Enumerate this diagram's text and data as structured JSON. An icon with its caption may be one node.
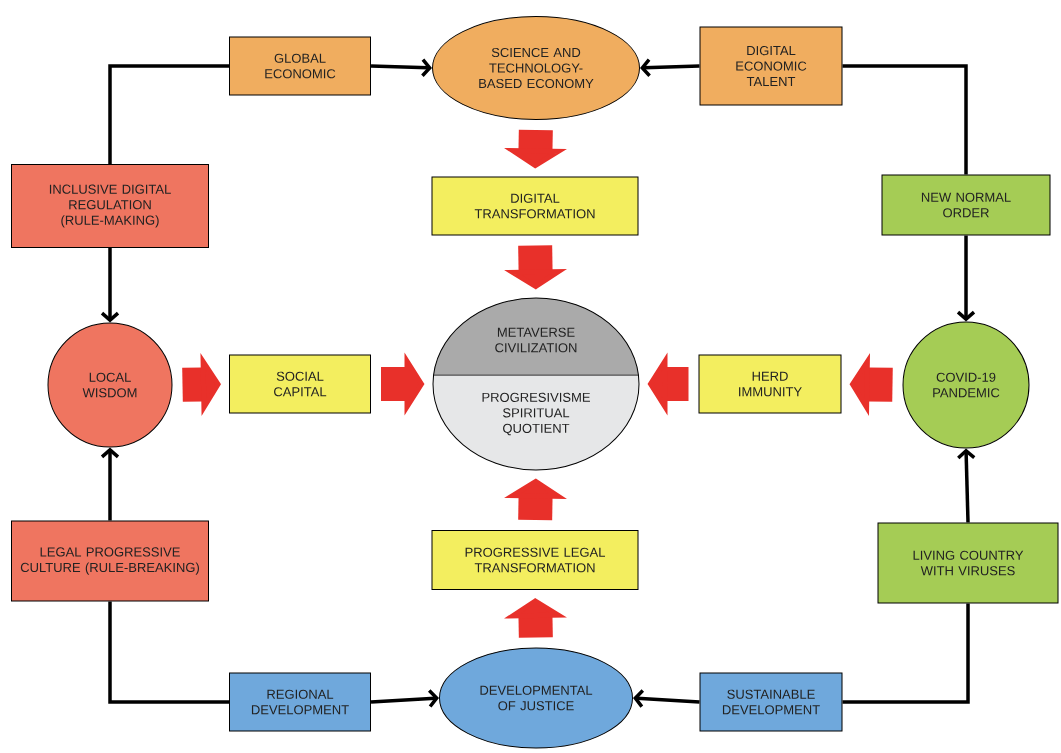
{
  "diagram": {
    "nodes": [
      {
        "text": [
          "GLOBAL ECONOMIC"
        ]
      },
      {
        "text": [
          "SCIENCE AND TECHNOLOGY-BASED ECONOMY"
        ]
      },
      {
        "text": [
          "DIGITAL ECONOMIC TALENT"
        ]
      },
      {
        "text": [
          "INCLUSIVE DIGITAL REGULATION (RULE-MAKING)"
        ]
      },
      {
        "text": [
          "DIGITAL TRANSFORMATION"
        ]
      },
      {
        "text": [
          "NEW NORMAL ORDER"
        ]
      },
      {
        "text": [
          "LOCAL WISDOM"
        ]
      },
      {
        "text": [
          "SOCIAL CAPITAL"
        ]
      },
      {
        "text": [
          "METAVERSE CIVILIZATION",
          "PROGRESIVISME SPIRITUAL QUOTIENT"
        ]
      },
      {
        "text": [
          "HERD IMMUNITY"
        ]
      },
      {
        "text": [
          "COVID-19 PANDEMIC"
        ]
      },
      {
        "text": [
          "LEGAL PROGRESSIVE CULTURE (RULE-BREAKING)"
        ]
      },
      {
        "text": [
          "PROGRESSIVE LEGAL TRANSFORMATION"
        ]
      },
      {
        "text": [
          "LIVING COUNTRY WITH VIRUSES"
        ]
      },
      {
        "text": [
          "REGIONAL DEVELOPMENT"
        ]
      },
      {
        "text": [
          "DEVELOPMENTAL OF JUSTICE"
        ]
      },
      {
        "text": [
          "SUSTAINABLE DEVELOPMENT"
        ]
      }
    ],
    "edges": [
      {
        "from": 3,
        "to": 0,
        "arrow": "none"
      },
      {
        "from": 0,
        "to": 1,
        "arrow": "to"
      },
      {
        "from": 5,
        "to": 2,
        "arrow": "none"
      },
      {
        "from": 2,
        "to": 1,
        "arrow": "to"
      },
      {
        "from": 3,
        "to": 6,
        "arrow": "to"
      },
      {
        "from": 5,
        "to": 10,
        "arrow": "to"
      },
      {
        "from": 11,
        "to": 6,
        "arrow": "to"
      },
      {
        "from": 13,
        "to": 10,
        "arrow": "to"
      },
      {
        "from": 11,
        "to": 14,
        "arrow": "none"
      },
      {
        "from": 14,
        "to": 15,
        "arrow": "to"
      },
      {
        "from": 13,
        "to": 16,
        "arrow": "none"
      },
      {
        "from": 16,
        "to": 15,
        "arrow": "to"
      },
      {
        "from": 1,
        "to": 4,
        "arrow": "to",
        "style": "thick",
        "color": "#e8302a"
      },
      {
        "from": 4,
        "to": 8,
        "arrow": "to",
        "style": "thick",
        "color": "#e8302a"
      },
      {
        "from": 6,
        "to": 7,
        "arrow": "to",
        "style": "thick",
        "color": "#e8302a"
      },
      {
        "from": 7,
        "to": 8,
        "arrow": "to",
        "style": "thick",
        "color": "#e8302a"
      },
      {
        "from": 10,
        "to": 9,
        "arrow": "to",
        "style": "thick",
        "color": "#e8302a"
      },
      {
        "from": 9,
        "to": 8,
        "arrow": "to",
        "style": "thick",
        "color": "#e8302a"
      },
      {
        "from": 15,
        "to": 12,
        "arrow": "to",
        "style": "thick",
        "color": "#e8302a"
      },
      {
        "from": 12,
        "to": 8,
        "arrow": "to",
        "style": "thick",
        "color": "#e8302a"
      }
    ]
  }
}
